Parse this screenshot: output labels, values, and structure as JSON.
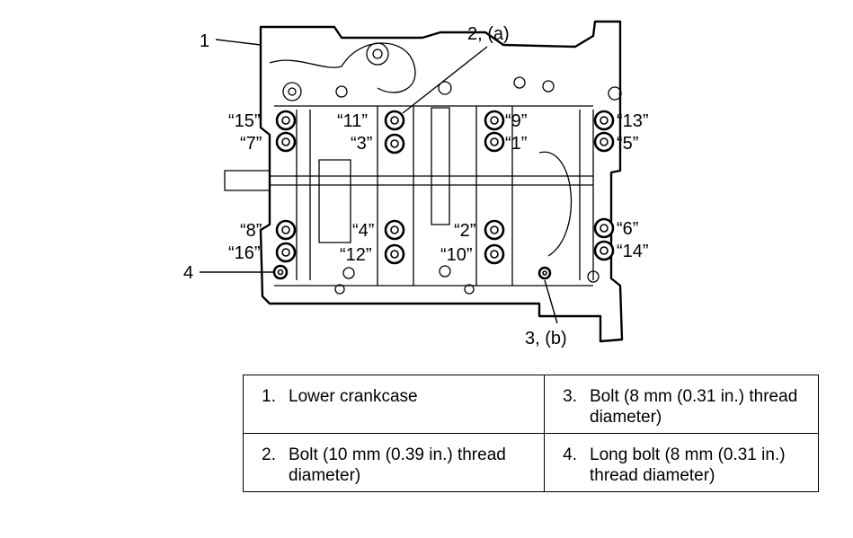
{
  "diagram": {
    "callouts": {
      "c1": "1",
      "c2": "2, (a)",
      "c3": "3, (b)",
      "c4": "4"
    },
    "bolt_order": {
      "b15": "“15”",
      "b7": "“7”",
      "b11": "“11”",
      "b3": "“3”",
      "b9": "“9”",
      "b1": "“1”",
      "b13": "“13”",
      "b5": "“5”",
      "b8": "“8”",
      "b16": "“16”",
      "b4": "“4”",
      "b12": "“12”",
      "b2": "“2”",
      "b10": "“10”",
      "b6": "“6”",
      "b14": "“14”"
    }
  },
  "legend": {
    "rows": [
      [
        {
          "num": "1.",
          "text": "Lower crankcase"
        },
        {
          "num": "3.",
          "text": "Bolt (8 mm (0.31 in.) thread diameter)"
        }
      ],
      [
        {
          "num": "2.",
          "text": "Bolt (10 mm (0.39 in.) thread diameter)"
        },
        {
          "num": "4.",
          "text": "Long bolt (8 mm (0.31 in.) thread diameter)"
        }
      ]
    ]
  }
}
